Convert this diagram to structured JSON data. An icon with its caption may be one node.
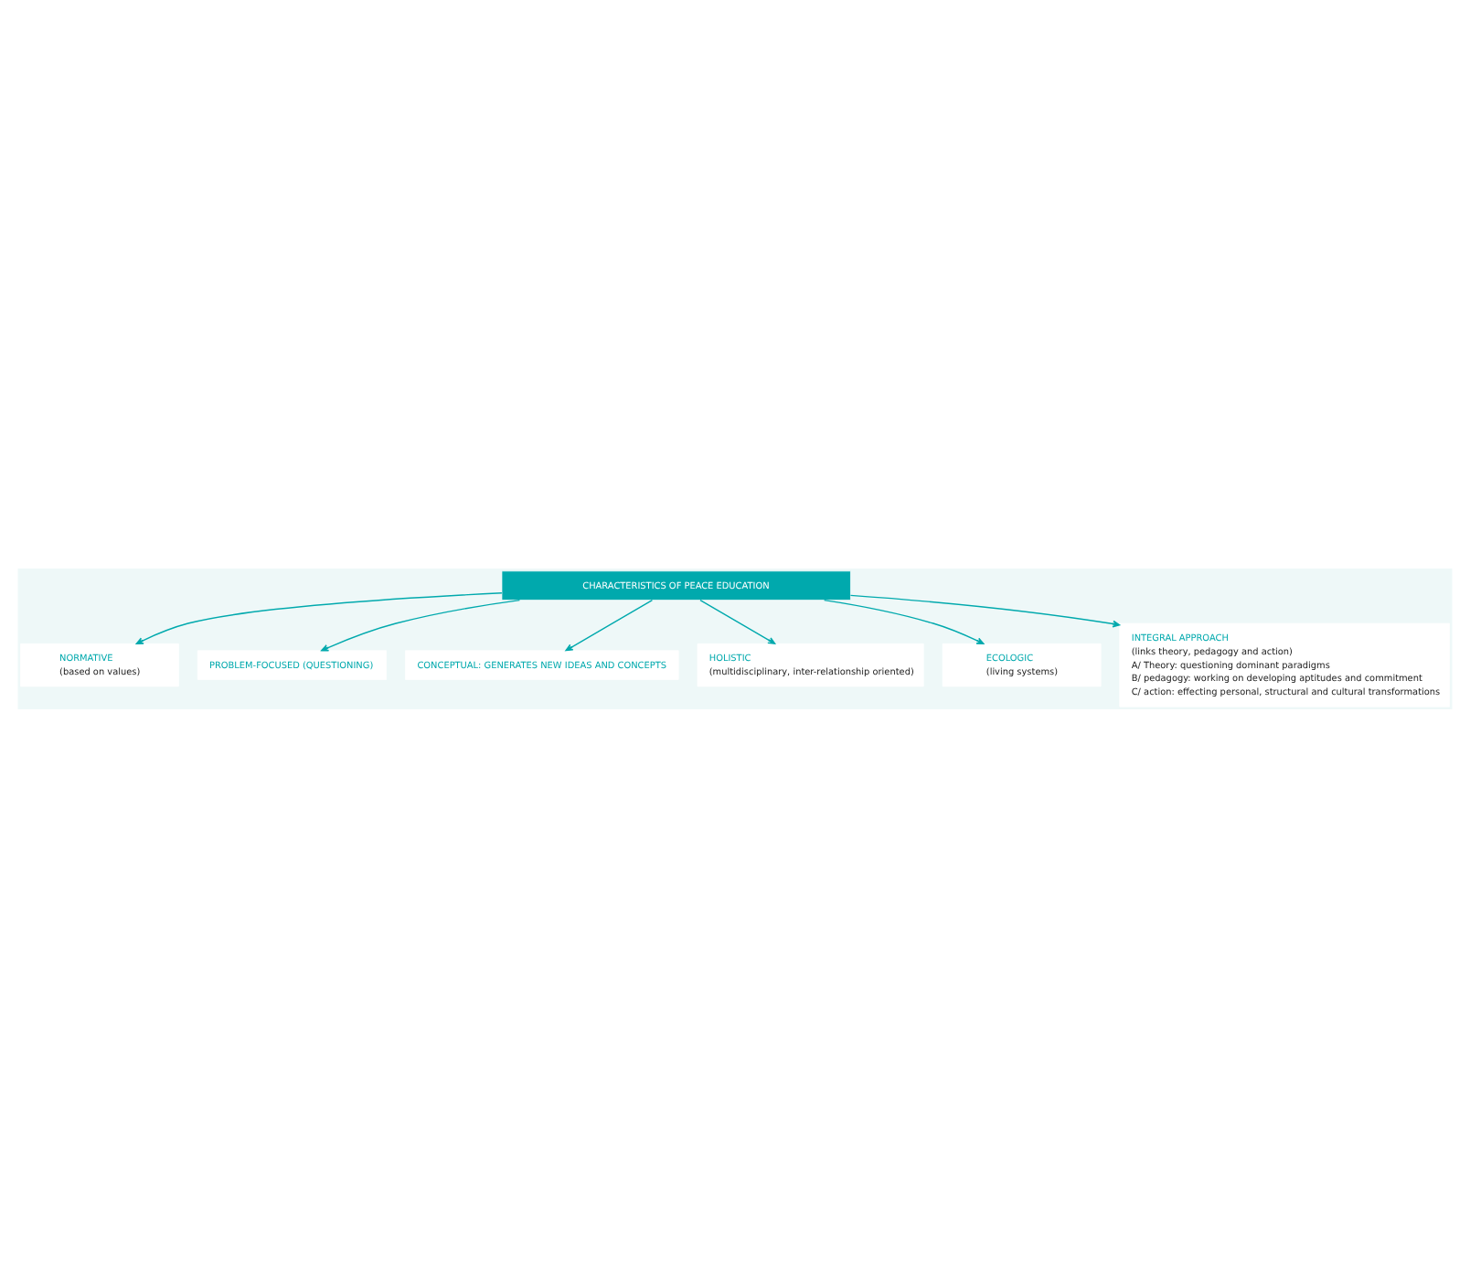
{
  "diagram": {
    "nodes": [
      {
        "text": [
          "CHARACTERISTICS OF PEACE EDUCATION"
        ]
      },
      {
        "text": [
          "NORMATIVE",
          "(based on values)"
        ]
      },
      {
        "text": [
          "PROBLEM-FOCUSED (QUESTIONING)"
        ]
      },
      {
        "text": [
          "CONCEPTUAL: GENERATES NEW IDEAS AND CONCEPTS"
        ]
      },
      {
        "text": [
          "HOLISTIC",
          "(multidisciplinary, inter-relationship oriented)"
        ]
      },
      {
        "text": [
          "ECOLOGIC",
          "(living systems)"
        ]
      },
      {
        "text": [
          "INTEGRAL APPROACH",
          "(links theory, pedagogy and action)",
          "A/ Theory: questioning dominant paradigms",
          "B/ pedagogy: working on developing aptitudes and commitment",
          "C/ action: effecting personal, structural and cultural transformations"
        ]
      }
    ],
    "edges": [
      {
        "from": 0,
        "to": 4,
        "arrow": "to"
      },
      {
        "from": 0,
        "to": 1,
        "arrow": "to"
      },
      {
        "from": 0,
        "to": 6,
        "arrow": "to"
      },
      {
        "from": 0,
        "to": 3,
        "arrow": "to"
      },
      {
        "from": 0,
        "to": 2,
        "arrow": "to"
      },
      {
        "from": 0,
        "to": 5,
        "arrow": "to"
      }
    ]
  }
}
